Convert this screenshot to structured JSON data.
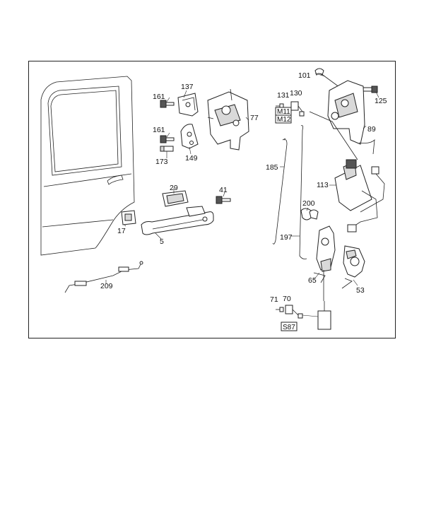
{
  "callouts": {
    "c101": "101",
    "c131": "131",
    "c130": "130",
    "c125": "125",
    "c137": "137",
    "c161a": "161",
    "c161b": "161",
    "c77": "77",
    "c173": "173",
    "c149": "149",
    "c89": "89",
    "c185": "185",
    "c29": "29",
    "c41": "41",
    "c113": "113",
    "c200": "200",
    "c17": "17",
    "c5": "5",
    "c197": "197",
    "c65": "65",
    "c53": "53",
    "c209": "209",
    "c71": "71",
    "c70": "70"
  },
  "boxed_labels": {
    "m11": "M11",
    "m12": "M12",
    "s87": "S87"
  }
}
